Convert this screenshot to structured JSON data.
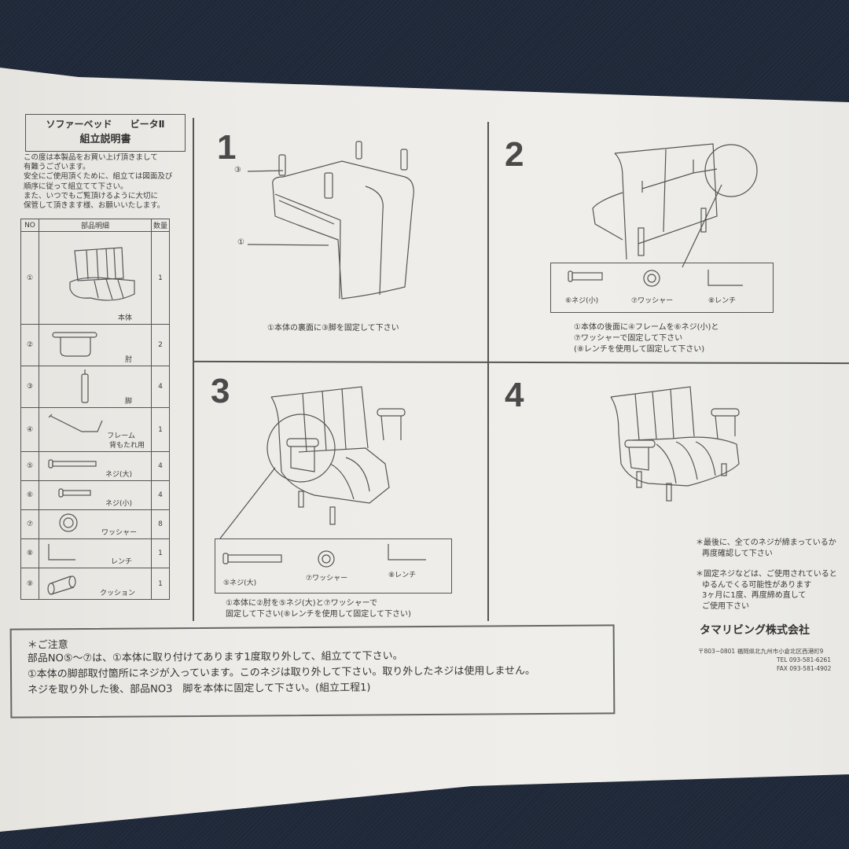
{
  "document": {
    "title_line1_left": "ソファーベッド",
    "title_line1_right": "ビータⅡ",
    "title_line2": "組立説明書",
    "intro_lines": [
      "この度は本製品をお買い上げ頂きまして",
      "有難うございます。",
      "安全にご使用頂くために、組立ては図面及び",
      "順序に従って組立てて下さい。",
      "また、いつでもご覧頂けるように大切に",
      "保管して頂きます様、お願いいたします。"
    ]
  },
  "parts_table": {
    "headers": {
      "no": "NO",
      "desc": "部品明細",
      "qty": "数量"
    },
    "rows": [
      {
        "no": "①",
        "name": "本体",
        "qty": "1",
        "icon": "sofa-body-icon"
      },
      {
        "no": "②",
        "name": "肘",
        "qty": "2",
        "icon": "armrest-icon"
      },
      {
        "no": "③",
        "name": "脚",
        "qty": "4",
        "icon": "leg-icon"
      },
      {
        "no": "④",
        "name": "フレーム",
        "name2": "背もたれ用",
        "qty": "1",
        "icon": "frame-icon"
      },
      {
        "no": "⑤",
        "name": "ネジ(大)",
        "qty": "4",
        "icon": "screw-large-icon"
      },
      {
        "no": "⑥",
        "name": "ネジ(小)",
        "qty": "4",
        "icon": "screw-small-icon"
      },
      {
        "no": "⑦",
        "name": "ワッシャー",
        "qty": "8",
        "icon": "washer-icon"
      },
      {
        "no": "⑧",
        "name": "レンチ",
        "qty": "1",
        "icon": "wrench-icon"
      },
      {
        "no": "⑨",
        "name": "クッション",
        "qty": "1",
        "icon": "cushion-icon"
      }
    ]
  },
  "steps": [
    {
      "number": "1",
      "callouts": [
        "③",
        "①"
      ],
      "caption": [
        "①本体の裏面に③脚を固定して下さい"
      ]
    },
    {
      "number": "2",
      "parts": [
        "⑥ネジ(小)",
        "⑦ワッシャー",
        "⑧レンチ"
      ],
      "caption": [
        "①本体の後面に④フレームを⑥ネジ(小)と",
        "⑦ワッシャーで固定して下さい",
        "(⑧レンチを使用して固定して下さい)"
      ]
    },
    {
      "number": "3",
      "parts": [
        "⑤ネジ(大)",
        "⑦ワッシャー",
        "⑧レンチ"
      ],
      "caption": [
        "①本体に②肘を⑤ネジ(大)と⑦ワッシャーで",
        "固定して下さい(⑧レンチを使用して固定して下さい)"
      ]
    },
    {
      "number": "4",
      "notes": [
        "＊最後に、全てのネジが締まっているか",
        "再度確認して下さい",
        "＊固定ネジなどは、ご使用されていると",
        "ゆるんでくる可能性があります",
        "3ヶ月に1度、再度締め直して",
        "ご使用下さい"
      ]
    }
  ],
  "company": {
    "name": "タマリビング株式会社",
    "address": "〒803−0801 福岡県北九州市小倉北区西港町9",
    "tel": "TEL 093-581-6261",
    "fax": "FAX 093-581-4902"
  },
  "caution": {
    "heading": "＊ご注意",
    "lines": [
      "部品NO⑤〜⑦は、①本体に取り付けてあります1度取り外して、組立てて下さい。",
      "①本体の脚部取付箇所にネジが入っています。このネジは取り外して下さい。取り外したネジは使用しません。",
      "ネジを取り外した後、部品NO3　脚を本体に固定して下さい。(組立工程1)"
    ]
  }
}
